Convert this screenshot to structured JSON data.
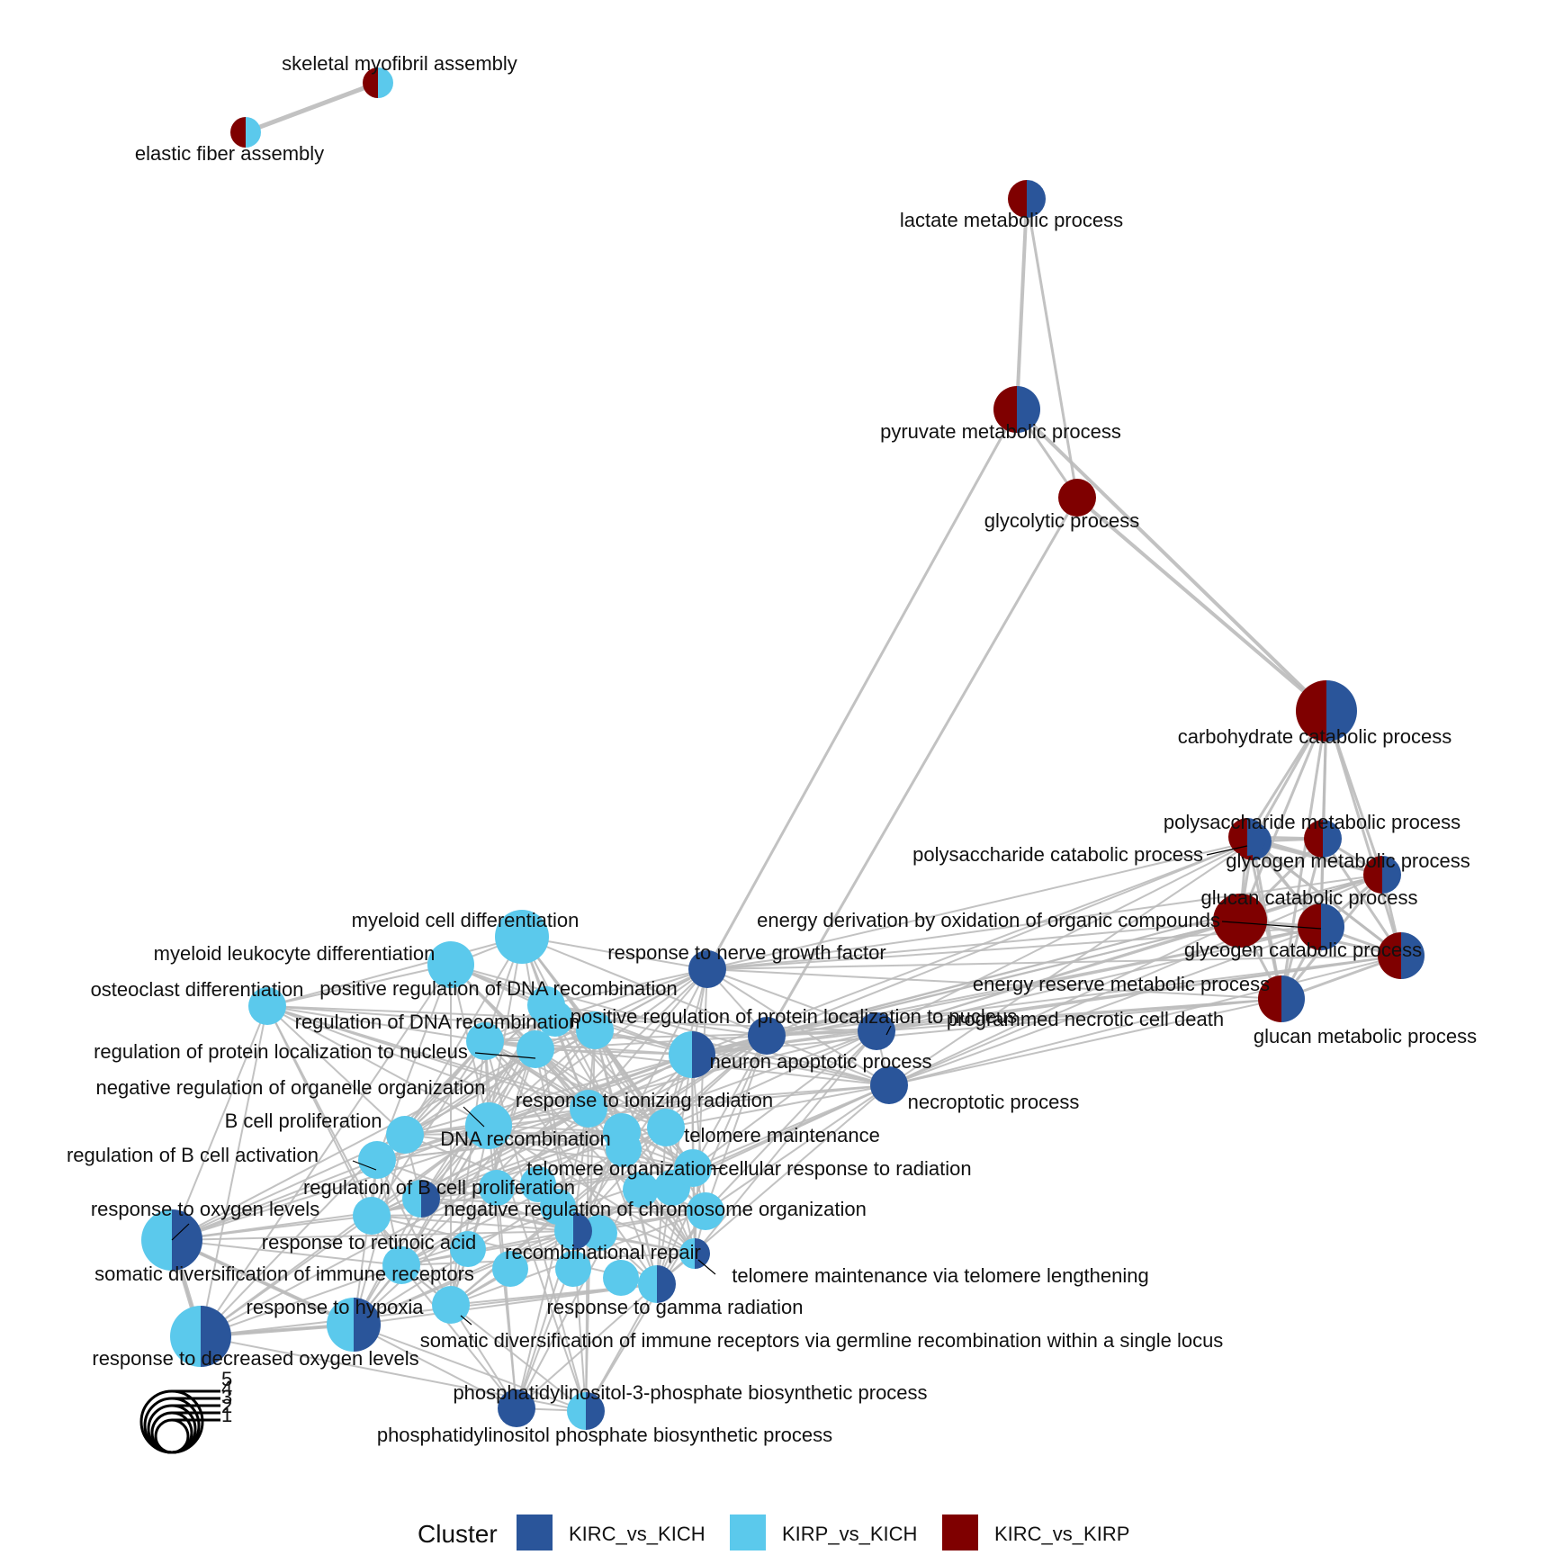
{
  "title": "",
  "legend": {
    "title": "Cluster",
    "items": [
      {
        "key": "KIRC_vs_KICH",
        "label": "KIRC_vs_KICH",
        "color": "#2A559A"
      },
      {
        "key": "KIRP_vs_KICH",
        "label": "KIRP_vs_KICH",
        "color": "#5BC9EC"
      },
      {
        "key": "KIRC_vs_KIRP",
        "label": "KIRC_vs_KIRP",
        "color": "#7F0000"
      }
    ]
  },
  "size_legend": {
    "values": [
      "5",
      "4",
      "3",
      "2",
      "1"
    ]
  },
  "edge_color": "#BBBBBB",
  "nodes": [
    {
      "id": "skeletal",
      "label": "skeletal myofibril assembly",
      "size": 1,
      "clusters": [
        "KIRC_vs_KIRP",
        "KIRP_vs_KICH"
      ]
    },
    {
      "id": "elastic",
      "label": "elastic fiber assembly",
      "size": 1,
      "clusters": [
        "KIRC_vs_KIRP",
        "KIRP_vs_KICH"
      ]
    },
    {
      "id": "lactate",
      "label": "lactate metabolic process",
      "size": 2,
      "clusters": [
        "KIRC_vs_KIRP",
        "KIRC_vs_KICH"
      ]
    },
    {
      "id": "pyruvate",
      "label": "pyruvate metabolic process",
      "size": 3,
      "clusters": [
        "KIRC_vs_KIRP",
        "KIRC_vs_KICH"
      ]
    },
    {
      "id": "glycolytic",
      "label": "glycolytic process",
      "size": 2,
      "clusters": [
        "KIRC_vs_KIRP"
      ]
    },
    {
      "id": "carbcat",
      "label": "carbohydrate catabolic process",
      "size": 5,
      "clusters": [
        "KIRC_vs_KIRP",
        "KIRC_vs_KICH"
      ]
    },
    {
      "id": "polymeta",
      "label": "polysaccharide metabolic process",
      "size": 2,
      "clusters": [
        "KIRC_vs_KIRP",
        "KIRC_vs_KICH"
      ]
    },
    {
      "id": "polycat",
      "label": "polysaccharide catabolic process",
      "size": 2,
      "clusters": [
        "KIRC_vs_KIRP",
        "KIRC_vs_KICH"
      ]
    },
    {
      "id": "glycogenmeta",
      "label": "glycogen metabolic process",
      "size": 2,
      "clusters": [
        "KIRC_vs_KIRP",
        "KIRC_vs_KICH"
      ]
    },
    {
      "id": "glucancat",
      "label": "glucan catabolic process",
      "size": 2,
      "clusters": [
        "KIRC_vs_KIRP",
        "KIRC_vs_KICH"
      ]
    },
    {
      "id": "energyderiv",
      "label": "energy derivation by oxidation of organic compounds",
      "size": 4,
      "clusters": [
        "KIRC_vs_KIRP"
      ]
    },
    {
      "id": "glycogencat",
      "label": "glycogen catabolic process",
      "size": 3,
      "clusters": [
        "KIRC_vs_KIRP",
        "KIRC_vs_KICH"
      ]
    },
    {
      "id": "energyres",
      "label": "energy reserve metabolic process",
      "size": 3,
      "clusters": [
        "KIRC_vs_KIRP",
        "KIRC_vs_KICH"
      ]
    },
    {
      "id": "glucanmeta",
      "label": "glucan metabolic process",
      "size": 3,
      "clusters": [
        "KIRC_vs_KIRP",
        "KIRC_vs_KICH"
      ]
    },
    {
      "id": "necrotic",
      "label": "programmed necrotic cell death",
      "size": 2,
      "clusters": [
        "KIRC_vs_KICH"
      ]
    },
    {
      "id": "necroptotic",
      "label": "necroptotic process",
      "size": 2,
      "clusters": [
        "KIRC_vs_KICH"
      ]
    },
    {
      "id": "nerve",
      "label": "response to nerve growth factor",
      "size": 2,
      "clusters": [
        "KIRC_vs_KICH"
      ]
    },
    {
      "id": "posprot",
      "label": "positive regulation of protein localization to nucleus",
      "size": 2,
      "clusters": [
        "KIRC_vs_KICH"
      ]
    },
    {
      "id": "neuron",
      "label": "neuron apoptotic process",
      "size": 3,
      "clusters": [
        "KIRP_vs_KICH",
        "KIRC_vs_KICH"
      ]
    },
    {
      "id": "myeloid",
      "label": "myeloid cell differentiation",
      "size": 4,
      "clusters": [
        "KIRP_vs_KICH"
      ]
    },
    {
      "id": "myeleuk",
      "label": "myeloid leukocyte differentiation",
      "size": 3,
      "clusters": [
        "KIRP_vs_KICH"
      ]
    },
    {
      "id": "osteo",
      "label": "osteoclast differentiation",
      "size": 2,
      "clusters": [
        "KIRP_vs_KICH"
      ]
    },
    {
      "id": "posdna",
      "label": "positive regulation of DNA recombination",
      "size": 2,
      "clusters": [
        "KIRP_vs_KICH"
      ]
    },
    {
      "id": "regdna",
      "label": "regulation of DNA recombination",
      "size": 2,
      "clusters": [
        "KIRP_vs_KICH"
      ]
    },
    {
      "id": "regprot",
      "label": "regulation of protein localization to nucleus",
      "size": 2,
      "clusters": [
        "KIRP_vs_KICH"
      ]
    },
    {
      "id": "negorg",
      "label": "negative regulation of organelle organization",
      "size": 2,
      "clusters": [
        "KIRP_vs_KICH"
      ]
    },
    {
      "id": "ionizing",
      "label": "response to ionizing radiation",
      "size": 2,
      "clusters": [
        "KIRP_vs_KICH"
      ]
    },
    {
      "id": "bprolif",
      "label": "B cell proliferation",
      "size": 2,
      "clusters": [
        "KIRP_vs_KICH"
      ]
    },
    {
      "id": "dnarec",
      "label": "DNA recombination",
      "size": 3,
      "clusters": [
        "KIRP_vs_KICH"
      ]
    },
    {
      "id": "telmaint",
      "label": "telomere maintenance",
      "size": 2,
      "clusters": [
        "KIRP_vs_KICH"
      ]
    },
    {
      "id": "regbact",
      "label": "regulation of B cell activation",
      "size": 2,
      "clusters": [
        "KIRP_vs_KICH"
      ]
    },
    {
      "id": "telorg",
      "label": "telomere organization",
      "size": 2,
      "clusters": [
        "KIRP_vs_KICH"
      ]
    },
    {
      "id": "cellrad",
      "label": "cellular response to radiation",
      "size": 2,
      "clusters": [
        "KIRP_vs_KICH"
      ]
    },
    {
      "id": "regbprolif",
      "label": "regulation of B cell proliferation",
      "size": 2,
      "clusters": [
        "KIRP_vs_KICH",
        "KIRC_vs_KICH"
      ]
    },
    {
      "id": "oxygen",
      "label": "response to oxygen levels",
      "size": 5,
      "clusters": [
        "KIRP_vs_KICH",
        "KIRC_vs_KICH"
      ]
    },
    {
      "id": "negchrom",
      "label": "negative regulation of chromosome organization",
      "size": 2,
      "clusters": [
        "KIRP_vs_KICH"
      ]
    },
    {
      "id": "retinoic",
      "label": "response to retinoic acid",
      "size": 2,
      "clusters": [
        "KIRP_vs_KICH"
      ]
    },
    {
      "id": "recrepair",
      "label": "recombinational repair",
      "size": 2,
      "clusters": [
        "KIRP_vs_KICH",
        "KIRC_vs_KICH"
      ]
    },
    {
      "id": "somatic",
      "label": "somatic diversification of immune receptors",
      "size": 2,
      "clusters": [
        "KIRP_vs_KICH"
      ]
    },
    {
      "id": "telleng",
      "label": "telomere maintenance via telomere lengthening",
      "size": 1,
      "clusters": [
        "KIRP_vs_KICH",
        "KIRC_vs_KICH"
      ]
    },
    {
      "id": "hypoxia",
      "label": "response to hypoxia",
      "size": 4,
      "clusters": [
        "KIRP_vs_KICH",
        "KIRC_vs_KICH"
      ]
    },
    {
      "id": "gamma",
      "label": "response to gamma radiation",
      "size": 2,
      "clusters": [
        "KIRP_vs_KICH",
        "KIRC_vs_KICH"
      ]
    },
    {
      "id": "somgerm",
      "label": "somatic diversification of immune receptors via germline recombination within a single locus",
      "size": 2,
      "clusters": [
        "KIRP_vs_KICH"
      ]
    },
    {
      "id": "decoxy",
      "label": "response to decreased oxygen levels",
      "size": 5,
      "clusters": [
        "KIRP_vs_KICH",
        "KIRC_vs_KICH"
      ]
    },
    {
      "id": "pi3p",
      "label": "phosphatidylinositol-3-phosphate biosynthetic process",
      "size": 2,
      "clusters": [
        "KIRC_vs_KICH"
      ]
    },
    {
      "id": "pip",
      "label": "phosphatidylinositol phosphate biosynthetic process",
      "size": 2,
      "clusters": [
        "KIRP_vs_KICH",
        "KIRC_vs_KICH"
      ]
    }
  ]
}
